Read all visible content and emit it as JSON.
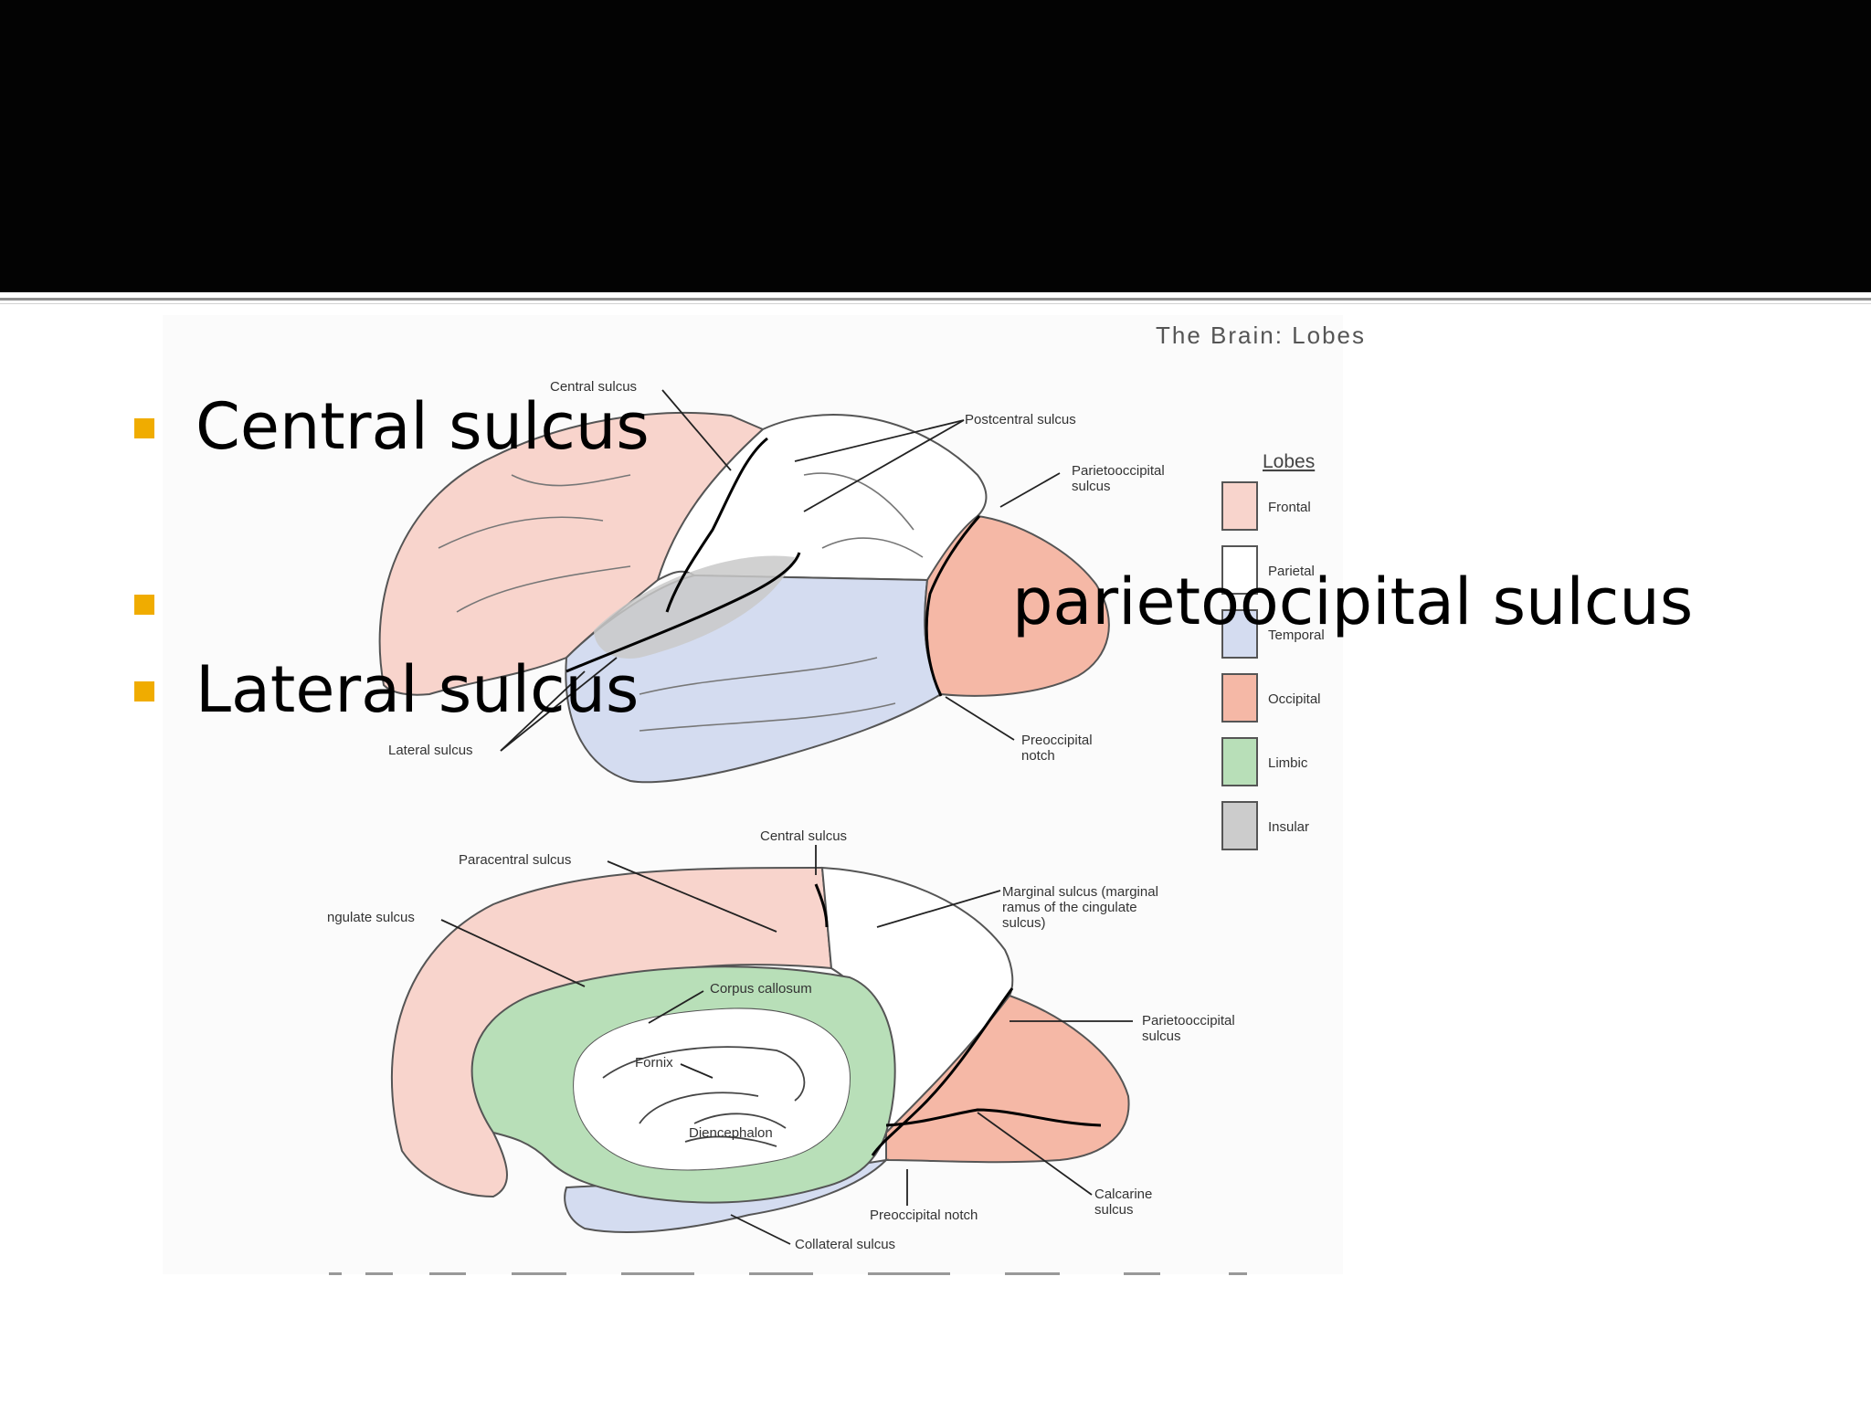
{
  "slide": {
    "bullets": [
      {
        "text": "Central sulcus"
      },
      {
        "text": ""
      },
      {
        "text": "Lateral sulcus"
      }
    ],
    "overlay_text": "parietoocipital sulcus",
    "bullet_color": "#f0ac00"
  },
  "figure": {
    "title": "The Brain: Lobes",
    "lateral_labels": {
      "central_sulcus": "Central sulcus",
      "postcentral_sulcus": "Postcentral sulcus",
      "parietooccipital_sulcus_1": "Parietooccipital",
      "parietooccipital_sulcus_2": "sulcus",
      "preoccipital_notch_1": "Preoccipital",
      "preoccipital_notch_2": "notch",
      "lateral_sulcus": "Lateral sulcus"
    },
    "medial_labels": {
      "central_sulcus": "Central sulcus",
      "paracentral_sulcus": "Paracentral sulcus",
      "cingulate_sulcus": "ngulate sulcus",
      "marginal_sulcus_1": "Marginal sulcus (marginal",
      "marginal_sulcus_2": "ramus of the cingulate",
      "marginal_sulcus_3": "sulcus)",
      "corpus_callosum": "Corpus callosum",
      "fornix": "Fornix",
      "diencephalon": "Diencephalon",
      "parietooccipital_sulcus_1": "Parietooccipital",
      "parietooccipital_sulcus_2": "sulcus",
      "calcarine_sulcus_1": "Calcarine",
      "calcarine_sulcus_2": "sulcus",
      "preoccipital_notch": "Preoccipital notch",
      "collateral_sulcus": "Collateral sulcus"
    },
    "legend": {
      "title": "Lobes",
      "items": [
        {
          "label": "Frontal",
          "color": "#f8d4cc"
        },
        {
          "label": "Parietal",
          "color": "#ffffff"
        },
        {
          "label": "Temporal",
          "color": "#d4dcf0"
        },
        {
          "label": "Occipital",
          "color": "#f5b8a6"
        },
        {
          "label": "Limbic",
          "color": "#b8dfb8"
        },
        {
          "label": "Insular",
          "color": "#cccccc"
        }
      ]
    }
  }
}
